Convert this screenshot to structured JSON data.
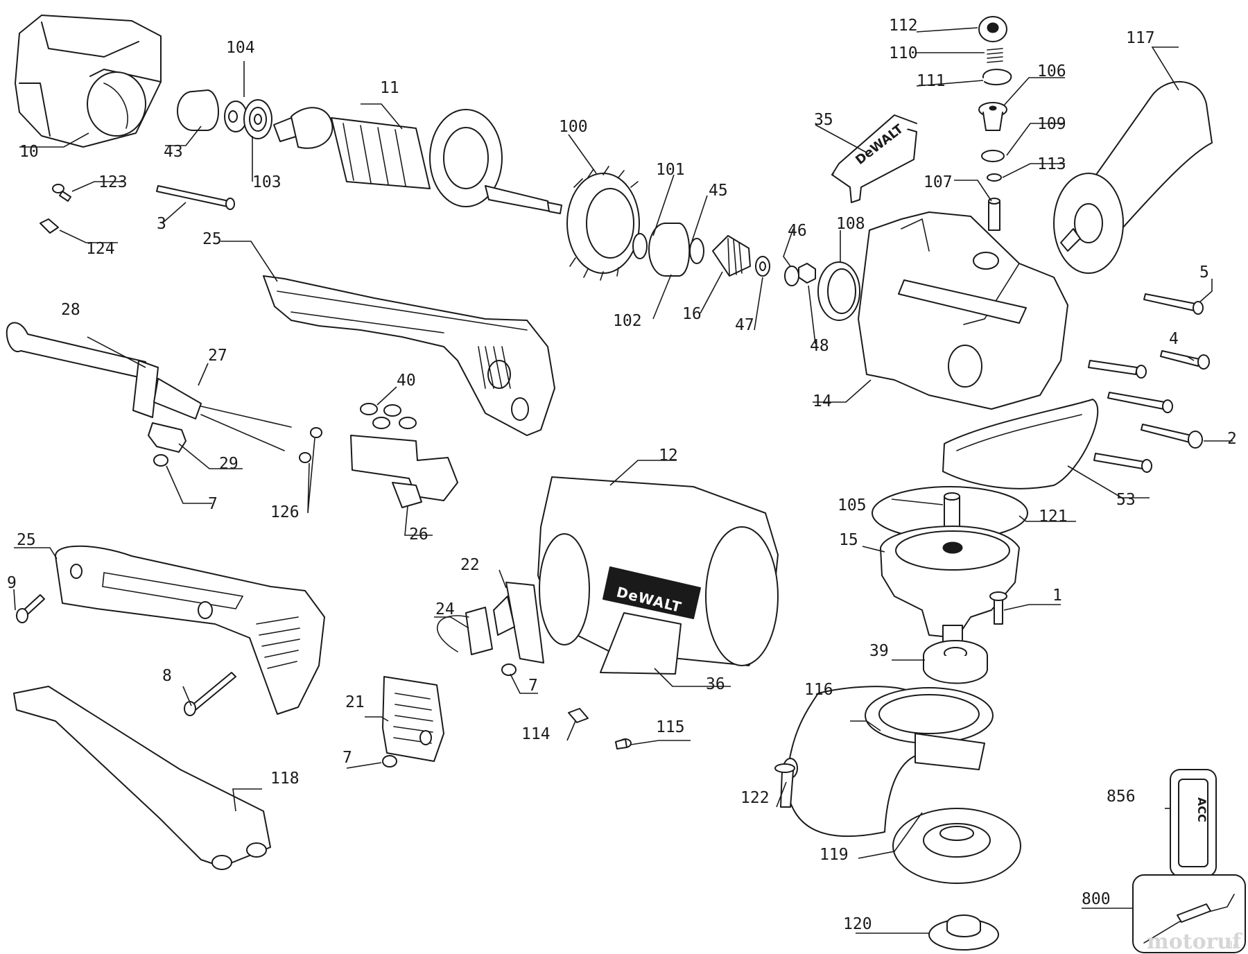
{
  "callouts": [
    {
      "id": "10",
      "label": "10"
    },
    {
      "id": "43",
      "label": "43"
    },
    {
      "id": "104",
      "label": "104"
    },
    {
      "id": "103",
      "label": "103"
    },
    {
      "id": "11",
      "label": "11"
    },
    {
      "id": "123",
      "label": "123"
    },
    {
      "id": "124",
      "label": "124"
    },
    {
      "id": "3",
      "label": "3"
    },
    {
      "id": "100",
      "label": "100"
    },
    {
      "id": "101",
      "label": "101"
    },
    {
      "id": "45",
      "label": "45"
    },
    {
      "id": "102",
      "label": "102"
    },
    {
      "id": "16",
      "label": "16"
    },
    {
      "id": "46",
      "label": "46"
    },
    {
      "id": "47",
      "label": "47"
    },
    {
      "id": "48",
      "label": "48"
    },
    {
      "id": "108",
      "label": "108"
    },
    {
      "id": "35",
      "label": "35"
    },
    {
      "id": "112",
      "label": "112"
    },
    {
      "id": "110",
      "label": "110"
    },
    {
      "id": "111",
      "label": "111"
    },
    {
      "id": "106",
      "label": "106"
    },
    {
      "id": "109",
      "label": "109"
    },
    {
      "id": "113",
      "label": "113"
    },
    {
      "id": "107",
      "label": "107"
    },
    {
      "id": "117",
      "label": "117"
    },
    {
      "id": "25a",
      "label": "25"
    },
    {
      "id": "28",
      "label": "28"
    },
    {
      "id": "27",
      "label": "27"
    },
    {
      "id": "40",
      "label": "40"
    },
    {
      "id": "29",
      "label": "29"
    },
    {
      "id": "7a",
      "label": "7"
    },
    {
      "id": "126",
      "label": "126"
    },
    {
      "id": "26",
      "label": "26"
    },
    {
      "id": "12",
      "label": "12"
    },
    {
      "id": "14",
      "label": "14"
    },
    {
      "id": "5",
      "label": "5"
    },
    {
      "id": "4",
      "label": "4"
    },
    {
      "id": "2",
      "label": "2"
    },
    {
      "id": "53",
      "label": "53"
    },
    {
      "id": "121",
      "label": "121"
    },
    {
      "id": "105",
      "label": "105"
    },
    {
      "id": "15",
      "label": "15"
    },
    {
      "id": "1",
      "label": "1"
    },
    {
      "id": "39",
      "label": "39"
    },
    {
      "id": "25b",
      "label": "25"
    },
    {
      "id": "9",
      "label": "9"
    },
    {
      "id": "22",
      "label": "22"
    },
    {
      "id": "24",
      "label": "24"
    },
    {
      "id": "7b",
      "label": "7"
    },
    {
      "id": "36",
      "label": "36"
    },
    {
      "id": "8",
      "label": "8"
    },
    {
      "id": "21",
      "label": "21"
    },
    {
      "id": "7c",
      "label": "7"
    },
    {
      "id": "114",
      "label": "114"
    },
    {
      "id": "115",
      "label": "115"
    },
    {
      "id": "116",
      "label": "116"
    },
    {
      "id": "122",
      "label": "122"
    },
    {
      "id": "118",
      "label": "118"
    },
    {
      "id": "856",
      "label": "856"
    },
    {
      "id": "119",
      "label": "119"
    },
    {
      "id": "800",
      "label": "800"
    },
    {
      "id": "120",
      "label": "120"
    }
  ],
  "brand_marks": {
    "housing_label": "DeWALT",
    "bracket_label": "DeWALT"
  },
  "kit_label": "ACC",
  "watermark": {
    "name": "motoruf",
    "suffix": ".de"
  }
}
